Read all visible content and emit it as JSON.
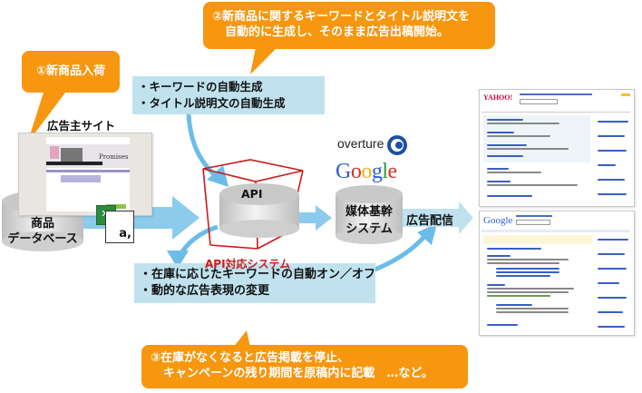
{
  "callouts": {
    "step1": "①新商品入荷",
    "step2_line1": "②新商品に関するキーワードとタイトル説明文を",
    "step2_line2": "自動的に生成し、そのまま広告出稿開始。",
    "step3_line1": "③在庫がなくなると広告掲載を停止、",
    "step3_line2": "キャンペーンの残り期間を原稿内に記載　…など。"
  },
  "auto_generation": {
    "items": [
      "・キーワードの自動生成",
      "・タイトル説明文の自動生成"
    ]
  },
  "inventory_control": {
    "items": [
      "・在庫に応じたキーワードの自動オン／オフ",
      "・動的な広告表現の変更"
    ]
  },
  "advertiser_site": {
    "label": "広告主サイト",
    "banner_text": "Promises"
  },
  "product_db": {
    "line1": "商品",
    "line2": "データベース"
  },
  "file_icon": {
    "glyph": "a,"
  },
  "api": {
    "cylinder_label": "API",
    "system_label": "API対応システム"
  },
  "media_system": {
    "line1": "媒体基幹",
    "line2": "システム",
    "logos": [
      "overture",
      "Google"
    ]
  },
  "ad_delivery": {
    "label": "広告配信"
  },
  "search_results": {
    "yahoo_logo": "YAHOO!",
    "google_logo": "Google"
  },
  "colors": {
    "callout_orange": "#f7960f",
    "info_box_blue": "#bfe2ee",
    "arrow_blue": "#8ccbec",
    "api_red": "#cc1a1a"
  }
}
